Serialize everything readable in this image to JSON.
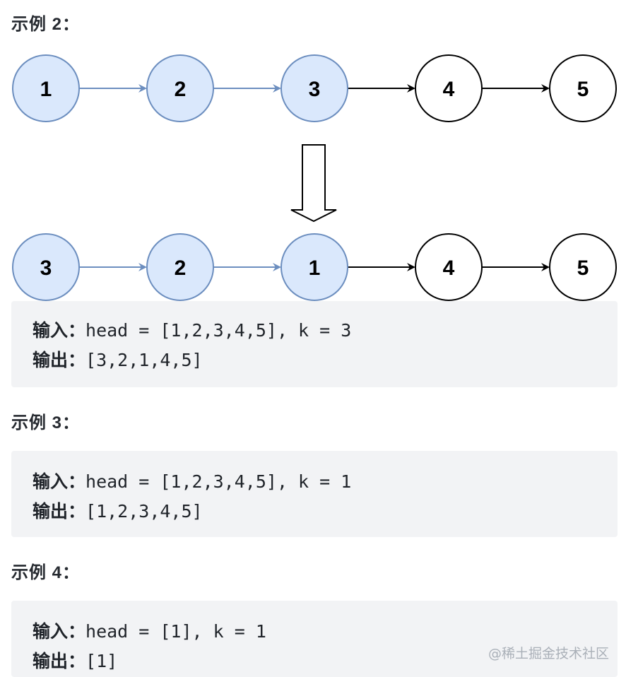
{
  "example2": {
    "heading": "示例 2：",
    "before_nodes": [
      {
        "label": "1",
        "reversed": true
      },
      {
        "label": "2",
        "reversed": true
      },
      {
        "label": "3",
        "reversed": true
      },
      {
        "label": "4",
        "reversed": false
      },
      {
        "label": "5",
        "reversed": false
      }
    ],
    "after_nodes": [
      {
        "label": "3",
        "reversed": true
      },
      {
        "label": "2",
        "reversed": true
      },
      {
        "label": "1",
        "reversed": true
      },
      {
        "label": "4",
        "reversed": false
      },
      {
        "label": "5",
        "reversed": false
      }
    ],
    "input_label": "输入：",
    "input_value": "head = [1,2,3,4,5], k = 3",
    "output_label": "输出：",
    "output_value": "[3,2,1,4,5]"
  },
  "example3": {
    "heading": "示例 3：",
    "input_label": "输入：",
    "input_value": "head = [1,2,3,4,5], k = 1",
    "output_label": "输出：",
    "output_value": "[1,2,3,4,5]"
  },
  "example4": {
    "heading": "示例 4：",
    "input_label": "输入：",
    "input_value": "head = [1], k = 1",
    "output_label": "输出：",
    "output_value": "[1]"
  },
  "colors": {
    "highlight_fill": "#dae8fc",
    "highlight_stroke": "#6c8ebf",
    "plain_fill": "#ffffff",
    "plain_stroke": "#000000"
  },
  "watermark": "@稀土掘金技术社区"
}
